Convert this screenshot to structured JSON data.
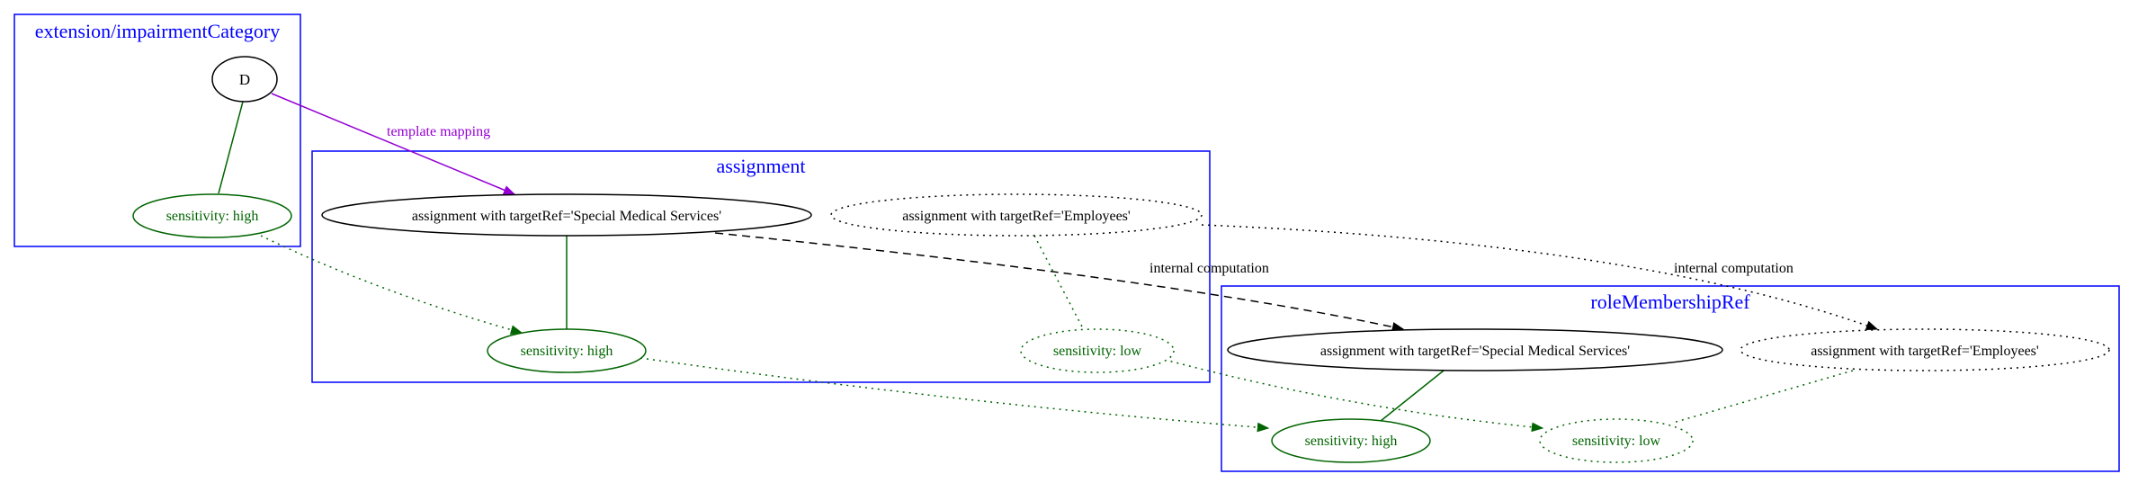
{
  "clusters": {
    "extension": {
      "label": "extension/impairmentCategory",
      "color": "#0000ff"
    },
    "assignment": {
      "label": "assignment",
      "color": "#0000ff"
    },
    "roleMembership": {
      "label": "roleMembershipRef",
      "color": "#0000ff"
    }
  },
  "nodes": {
    "d": {
      "label": "D",
      "style": "solid",
      "color": "#000000"
    },
    "ext_sensitivity_high": {
      "label": "sensitivity: high",
      "style": "solid",
      "color": "#006400"
    },
    "asg_special": {
      "label": "assignment with targetRef='Special Medical Services'",
      "style": "solid",
      "color": "#000000"
    },
    "asg_employees": {
      "label": "assignment with targetRef='Employees'",
      "style": "dotted",
      "color": "#000000"
    },
    "asg_sensitivity_high": {
      "label": "sensitivity: high",
      "style": "solid",
      "color": "#006400"
    },
    "asg_sensitivity_low": {
      "label": "sensitivity: low",
      "style": "dotted",
      "color": "#006400"
    },
    "rm_special": {
      "label": "assignment with targetRef='Special Medical Services'",
      "style": "solid",
      "color": "#000000"
    },
    "rm_employees": {
      "label": "assignment with targetRef='Employees'",
      "style": "dotted",
      "color": "#000000"
    },
    "rm_sensitivity_high": {
      "label": "sensitivity: high",
      "style": "solid",
      "color": "#006400"
    },
    "rm_sensitivity_low": {
      "label": "sensitivity: low",
      "style": "dotted",
      "color": "#006400"
    }
  },
  "edges": {
    "template_mapping": {
      "from": "d",
      "to": "asg_special",
      "label": "template mapping",
      "color": "#9400d3",
      "style": "solid",
      "arrow": true
    },
    "internal_computation_1": {
      "from": "asg_special",
      "to": "rm_special",
      "label": "internal computation",
      "color": "#000000",
      "style": "dashed",
      "arrow": true
    },
    "internal_computation_2": {
      "from": "asg_employees",
      "to": "rm_employees",
      "label": "internal computation",
      "color": "#000000",
      "style": "dotted",
      "arrow": true
    }
  },
  "colors": {
    "cluster_border": "#0000ff",
    "sensitivity": "#006400",
    "template_mapping": "#9400d3",
    "default": "#000000"
  }
}
